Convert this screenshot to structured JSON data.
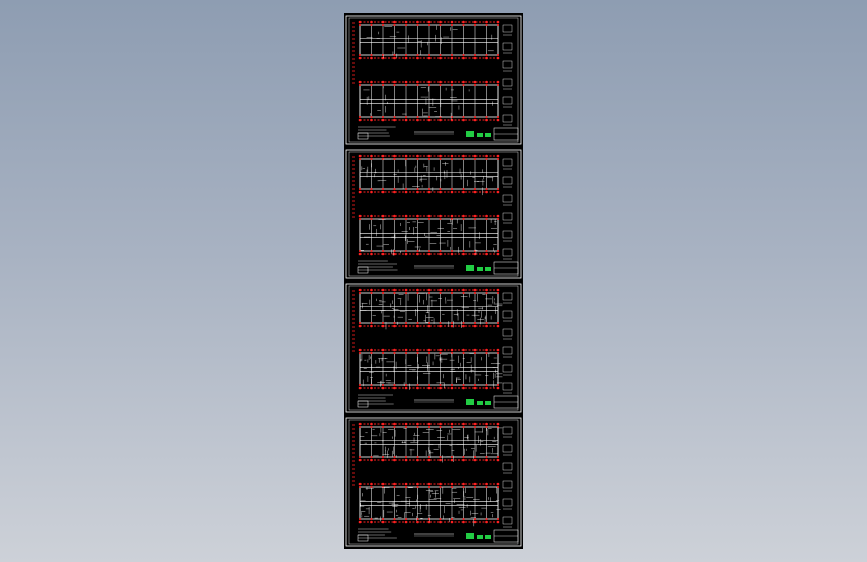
{
  "viewport": {
    "background_top": "#8e9db2",
    "background_bottom": "#cdd1d8"
  },
  "drawing": {
    "sheet_count": 4,
    "background_color": "#000000",
    "line_color": "#ffffff",
    "column_marker_color": "#ff2020",
    "stamp_color": "#22cc44",
    "sheets": [
      {
        "id": "sheet-1",
        "variant": "sparse"
      },
      {
        "id": "sheet-2",
        "variant": "medium"
      },
      {
        "id": "sheet-3",
        "variant": "dense"
      },
      {
        "id": "sheet-4",
        "variant": "dense"
      }
    ]
  }
}
